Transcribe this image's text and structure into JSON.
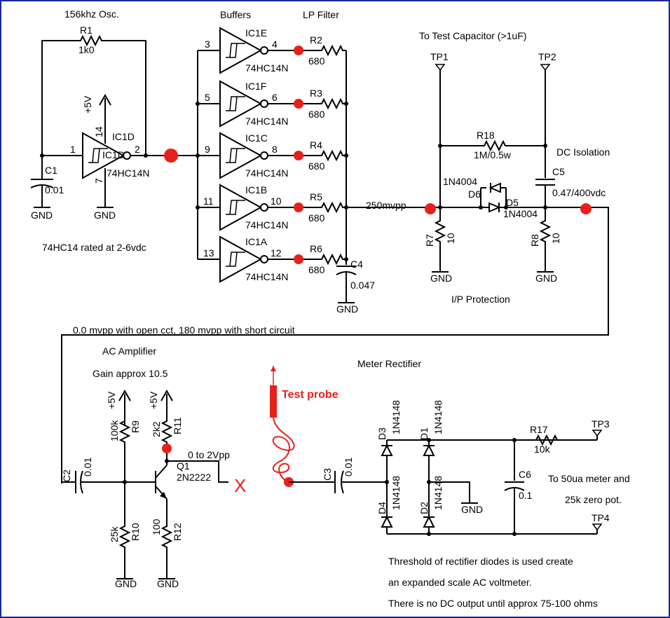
{
  "labels": {
    "osc_title": "156khz Osc.",
    "buffers_title": "Buffers",
    "lp_filter_title": "LP Filter",
    "to_test_cap": "To Test Capacitor (>1uF)",
    "tp1": "TP1",
    "tp2": "TP2",
    "tp3": "TP3",
    "tp4": "TP4",
    "r1": "R1",
    "r1_val": "1k0",
    "plus5v": "+5V",
    "ic1d": "IC1D",
    "ic1d_inner": "IC1D",
    "ic1d_part": "74HC14N",
    "pin14": "14",
    "pin7": "7",
    "pin1": "1",
    "pin2": "2",
    "c1": "C1",
    "c1_val": "0.01",
    "gnd": "GND",
    "ic_rating": "74HC14 rated at 2-6vdc",
    "ic1e": "IC1E",
    "ic1f": "IC1F",
    "ic1c": "IC1C",
    "ic1b": "IC1B",
    "ic1a": "IC1A",
    "part": "74HC14N",
    "pin3": "3",
    "pin4": "4",
    "pin5": "5",
    "pin6": "6",
    "pin9": "9",
    "pin8": "8",
    "pin11": "11",
    "pin10": "10",
    "pin13": "13",
    "pin12": "12",
    "r2": "R2",
    "r3": "R3",
    "r4": "R4",
    "r5": "R5",
    "r6": "R6",
    "r_680": "680",
    "c4": "C4",
    "c4_val": "0.047",
    "v250": "250mvpp",
    "r18": "R18",
    "r18_val": "1M/0.5w",
    "dc_isolation": "DC Isolation",
    "c5": "C5",
    "c5_val": "0.47/400vdc",
    "d_part": "1N4004",
    "d6": "D6",
    "d5": "D5",
    "r7": "R7",
    "r8": "R8",
    "r_10": "10",
    "ip_protection": "I/P Protection",
    "open_short": "0.0 mvpp with open cct, 180 mvpp with short circuit",
    "ac_amp": "AC Amplifier",
    "gain": "Gain approx 10.5",
    "r9": "R9",
    "r9_val": "100k",
    "r11": "R11",
    "r11_val": "2k2",
    "r10": "R10",
    "r10_val": "25k",
    "r12": "R12",
    "r12_val": "100",
    "c2": "C2",
    "c2_val": "0.01",
    "q1": "Q1",
    "q1_part": "2N2222",
    "out_2vpp": "0 to 2Vpp",
    "x_mark": "X",
    "test_probe": "Test probe",
    "c3": "C3",
    "c3_val": "0.01",
    "meter_rect": "Meter Rectifier",
    "d3": "D3",
    "d1": "D1",
    "d4": "D4",
    "d2": "D2",
    "d_sig": "1N4148",
    "r17": "R17",
    "r17_val": "10k",
    "c6": "C6",
    "c6_val": "0.1",
    "meter_note1": "To 50ua meter and",
    "meter_note2": "25k zero pot.",
    "thresh1": "Threshold of rectifier diodes is used create",
    "thresh2": "an expanded scale AC voltmeter.",
    "thresh3": "There is no DC output until approx 75-100 ohms"
  },
  "colors": {
    "wire": "#000000",
    "probe_point": "#e8201a",
    "frame": "#1a2a9a"
  }
}
